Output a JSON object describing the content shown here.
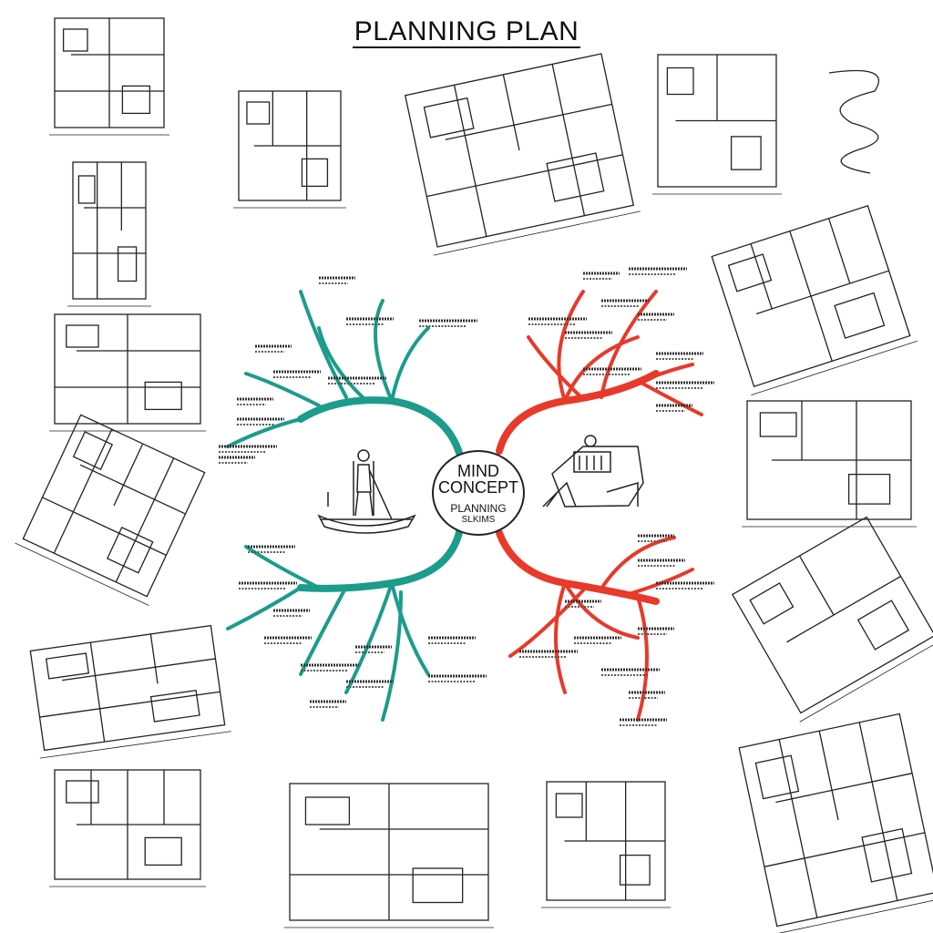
{
  "title": "PLANNING PLAN",
  "center": {
    "line1": "MIND",
    "line2": "CONCEPT",
    "line3": "PLANNING",
    "line4": "SLKIMS"
  },
  "colors": {
    "ink": "#222222",
    "teal": "#1c9c8a",
    "red": "#e8392a",
    "background": "#ffffff"
  },
  "icons": {
    "left": "boat-figure-icon",
    "right": "machine-sketch-icon"
  }
}
